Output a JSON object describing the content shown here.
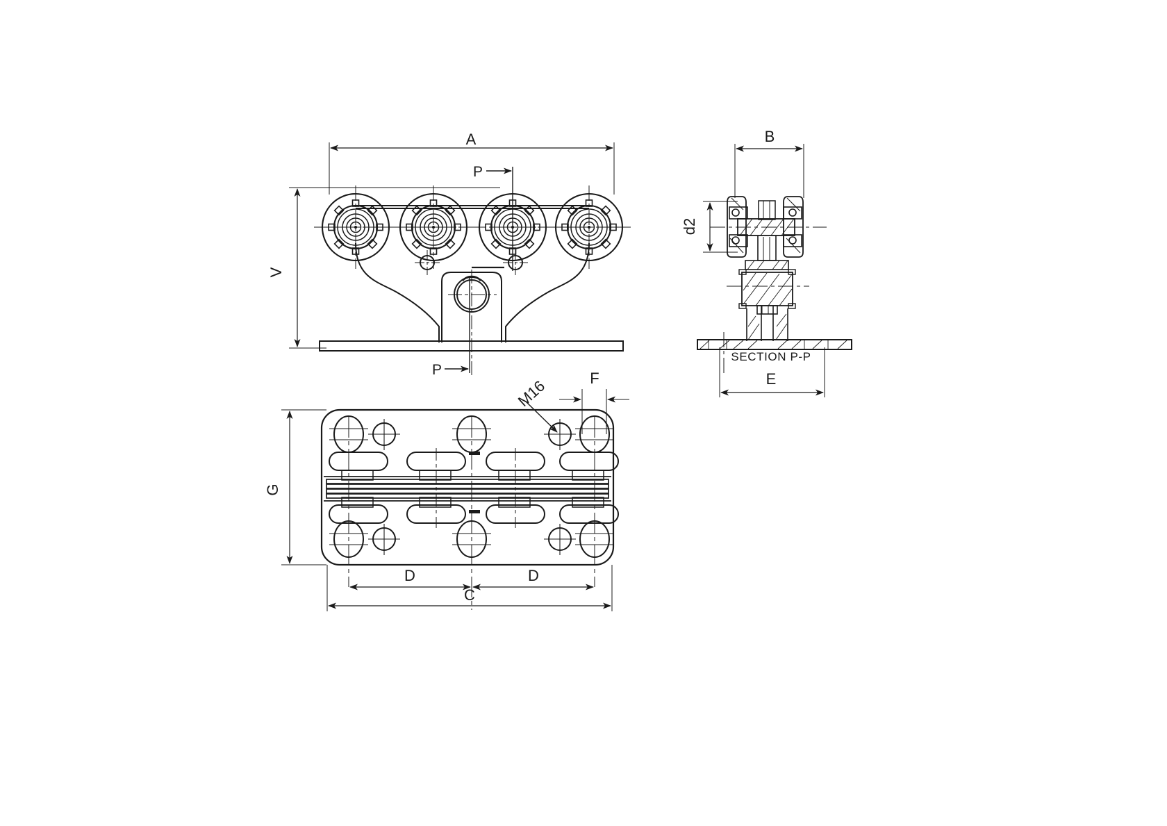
{
  "drawing": {
    "type": "mechanical-engineering-drawing",
    "subject": "Roller trolley / wheel carriage assembly",
    "background_color": "#ffffff",
    "line_color": "#1a1a1a",
    "projection": "third-angle style, three views"
  },
  "views": {
    "front": {
      "name": "front-elevation",
      "wheel_count": 4,
      "wheel_bolt_heads_per_wheel": 8
    },
    "section": {
      "name": "section-view",
      "caption": "SECTION P-P"
    },
    "plan": {
      "name": "plan-view-bottom",
      "plate_shape": "rounded-rectangle"
    }
  },
  "dimensions": {
    "A": {
      "label": "A",
      "view": "front",
      "orientation": "horizontal",
      "position": "top"
    },
    "V": {
      "label": "V",
      "view": "front",
      "orientation": "vertical",
      "position": "left"
    },
    "B": {
      "label": "B",
      "view": "section",
      "orientation": "horizontal",
      "position": "top"
    },
    "d2": {
      "label": "d2",
      "view": "section",
      "orientation": "vertical",
      "position": "left"
    },
    "E": {
      "label": "E",
      "view": "section",
      "orientation": "horizontal",
      "position": "bottom"
    },
    "C": {
      "label": "C",
      "view": "plan",
      "orientation": "horizontal",
      "position": "bottom"
    },
    "D1": {
      "label": "D",
      "view": "plan",
      "orientation": "horizontal",
      "position": "bottom-left"
    },
    "D2": {
      "label": "D",
      "view": "plan",
      "orientation": "horizontal",
      "position": "bottom-right"
    },
    "F": {
      "label": "F",
      "view": "plan",
      "orientation": "horizontal",
      "position": "top-right"
    },
    "G": {
      "label": "G",
      "view": "plan",
      "orientation": "vertical",
      "position": "left"
    }
  },
  "section_markers": {
    "top": {
      "label": "P",
      "view": "front",
      "position": "above"
    },
    "bottom": {
      "label": "P",
      "view": "front",
      "position": "below"
    }
  },
  "callouts": {
    "thread": {
      "label": "M16",
      "view": "plan",
      "leader": "arrow to hole",
      "rotation_deg": -45
    }
  },
  "captions": {
    "section_pp": "SECTION P-P"
  }
}
